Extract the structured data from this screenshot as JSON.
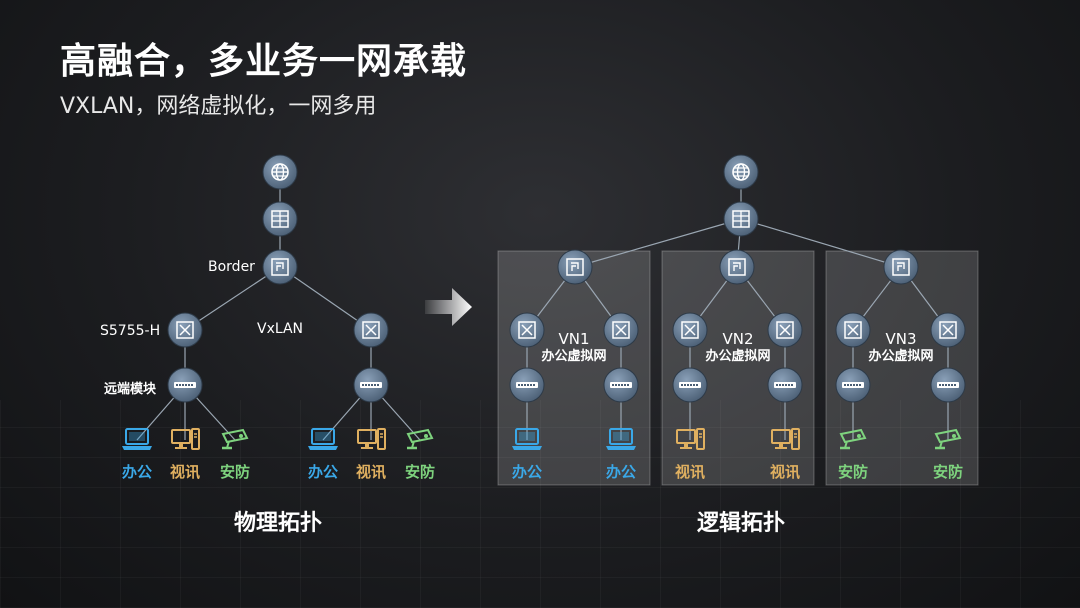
{
  "header": {
    "title": "高融合，多业务一网承载",
    "subtitle": "VXLAN，网络虚拟化，一网多用"
  },
  "physical": {
    "border_label": "Border",
    "switch_label": "S5755-H",
    "vxlan_label": "VxLAN",
    "remote_label": "远端模块",
    "section_label": "物理拓扑"
  },
  "categories": {
    "office": "办公",
    "video": "视讯",
    "security": "安防"
  },
  "logical": {
    "section_label": "逻辑拓扑",
    "vns": [
      {
        "id": "VN1",
        "desc": "办公虚拟网"
      },
      {
        "id": "VN2",
        "desc": "办公虚拟网"
      },
      {
        "id": "VN3",
        "desc": "办公虚拟网"
      }
    ]
  },
  "colors": {
    "office": "#3aa8e8",
    "video": "#e0b060",
    "security": "#7ed37e",
    "node": "#5a6f86"
  },
  "icons": [
    "globe-icon",
    "firewall-icon",
    "router-icon",
    "switch-icon",
    "module-icon",
    "laptop-icon",
    "pc-icon",
    "camera-icon",
    "arrow-right-icon"
  ]
}
